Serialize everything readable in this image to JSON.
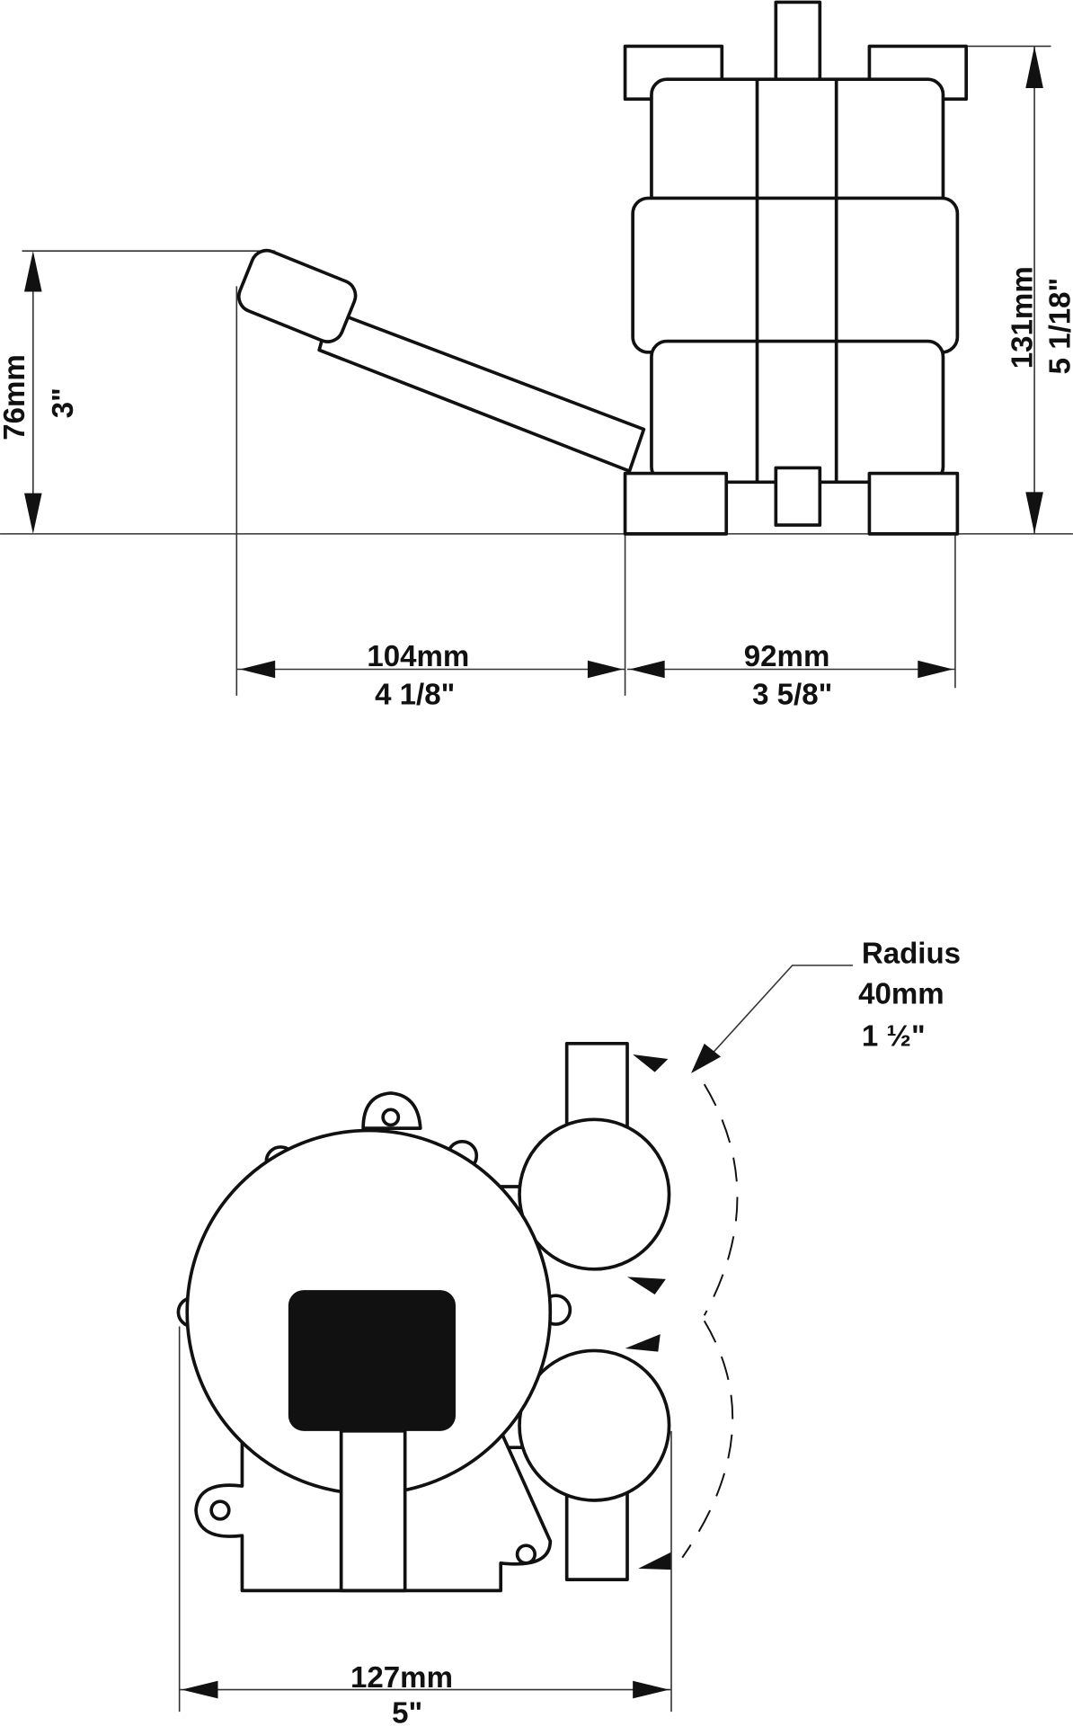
{
  "dimensions": {
    "height_lever": {
      "mm": "76mm",
      "inch": "3\""
    },
    "height_total": {
      "mm": "131mm",
      "inch": "5 1/18\""
    },
    "lever_length": {
      "mm": "104mm",
      "inch": "4 1/8\""
    },
    "pump_depth": {
      "mm": "92mm",
      "inch": "3 5/8\""
    },
    "width_base": {
      "mm": "127mm",
      "inch": "5\""
    },
    "radius": {
      "label": "Radius",
      "mm": "40mm",
      "inch": "1 ½\""
    }
  }
}
